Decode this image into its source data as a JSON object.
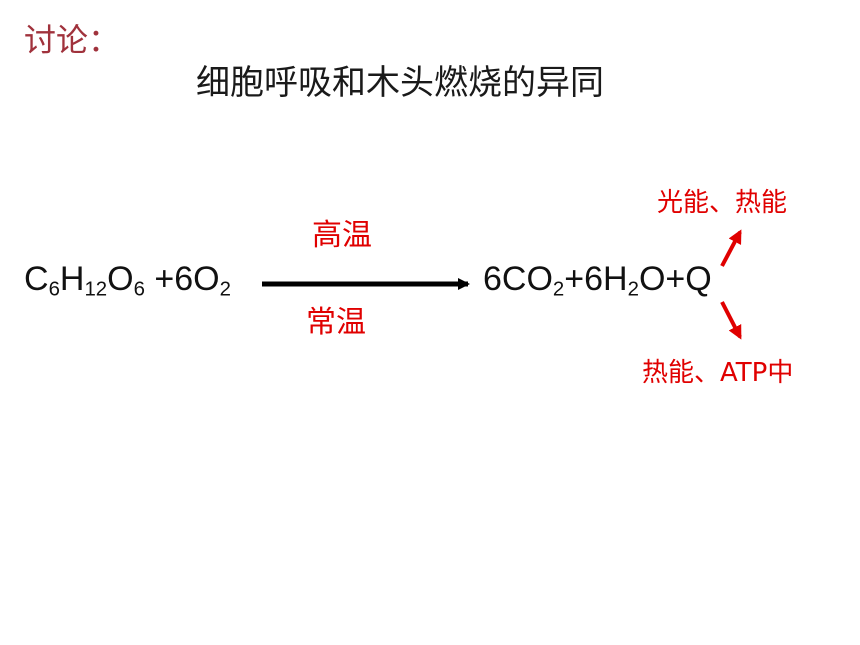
{
  "slide": {
    "discuss_label": "讨论：",
    "title": "细胞呼吸和木头燃烧的异同",
    "equation": {
      "reactants": [
        {
          "t": "C"
        },
        {
          "s": "6"
        },
        {
          "t": "H"
        },
        {
          "s": "12"
        },
        {
          "t": "O"
        },
        {
          "s": "6"
        },
        {
          "t": " +6O"
        },
        {
          "s": "2"
        }
      ],
      "products": [
        {
          "t": "6CO"
        },
        {
          "s": "2"
        },
        {
          "t": "+6H"
        },
        {
          "s": "2"
        },
        {
          "t": "O+Q"
        }
      ],
      "condition_top": "高温",
      "condition_bottom": "常温"
    },
    "energy_outputs": {
      "upper": "光能、热能",
      "lower": "热能、ATP中"
    },
    "colors": {
      "discuss": "#a0323c",
      "emphasis": "#e00000",
      "text": "#111111"
    }
  }
}
